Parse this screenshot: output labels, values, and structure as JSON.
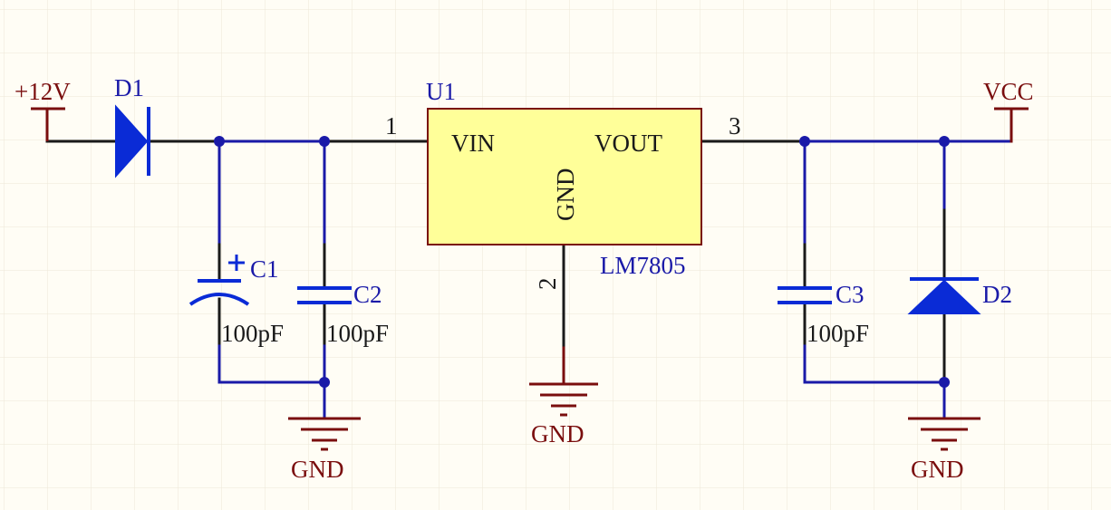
{
  "colors": {
    "background": "#fffdf5",
    "grid": "#ece6d8",
    "wire": "#1a1aa8",
    "pin": "#1a1a1a",
    "power": "#7a0e0e",
    "component": "#0a2bd6",
    "ic_fill": "#ffff99",
    "ic_border": "#7a0e0e"
  },
  "power_ports": {
    "input": "+12V",
    "output": "VCC",
    "gnd": "GND"
  },
  "regulator": {
    "designator": "U1",
    "part": "LM7805",
    "pin_vin": "VIN",
    "pin_vout": "VOUT",
    "pin_gnd": "GND",
    "pin1": "1",
    "pin2": "2",
    "pin3": "3"
  },
  "components": {
    "d1": {
      "designator": "D1"
    },
    "d2": {
      "designator": "D2"
    },
    "c1": {
      "designator": "C1",
      "value": "100pF",
      "polarity": "+"
    },
    "c2": {
      "designator": "C2",
      "value": "100pF"
    },
    "c3": {
      "designator": "C3",
      "value": "100pF"
    }
  },
  "icons": [
    "diode-icon",
    "capacitor-icon",
    "polarized-capacitor-icon",
    "ground-icon",
    "power-port-icon",
    "junction-dot-icon"
  ]
}
